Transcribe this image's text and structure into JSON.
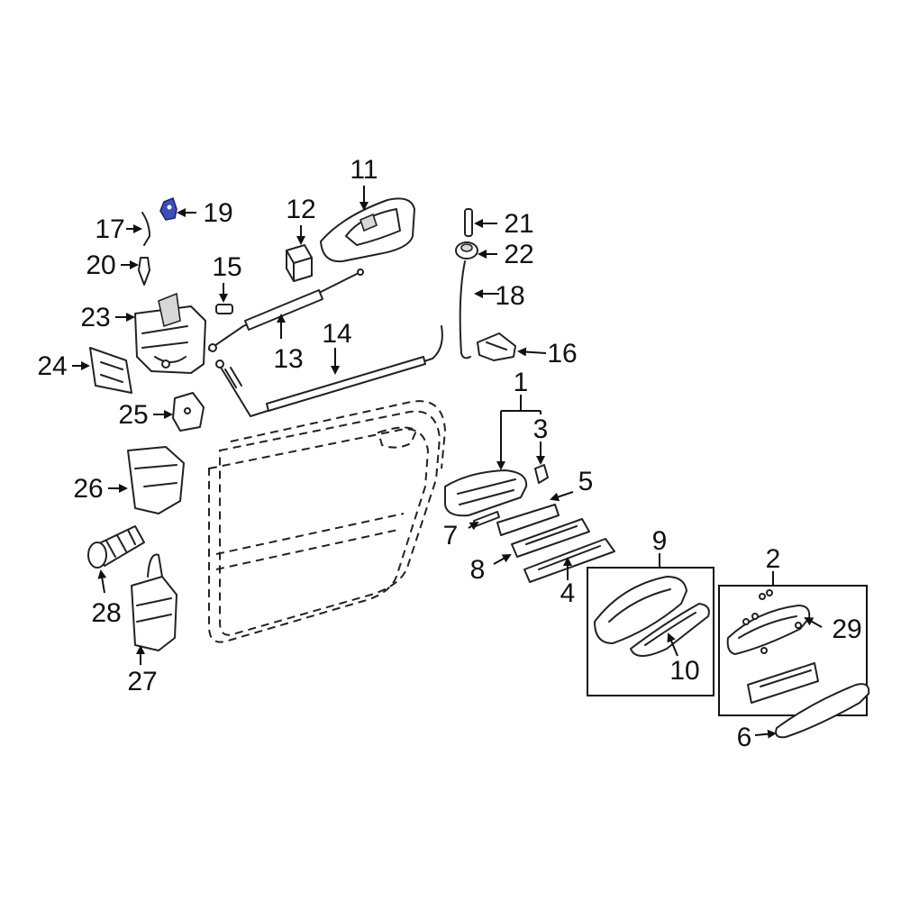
{
  "diagram": {
    "callouts": {
      "c1": "1",
      "c2": "2",
      "c3": "3",
      "c4": "4",
      "c5": "5",
      "c6": "6",
      "c7": "7",
      "c8": "8",
      "c9": "9",
      "c10": "10",
      "c11": "11",
      "c12": "12",
      "c13": "13",
      "c14": "14",
      "c15": "15",
      "c16": "16",
      "c17": "17",
      "c18": "18",
      "c19": "19",
      "c20": "20",
      "c21": "21",
      "c22": "22",
      "c23": "23",
      "c24": "24",
      "c25": "25",
      "c26": "26",
      "c27": "27",
      "c28": "28",
      "c29": "29"
    },
    "highlight_color": "#3a4fb8",
    "highlighted_part": "19"
  }
}
